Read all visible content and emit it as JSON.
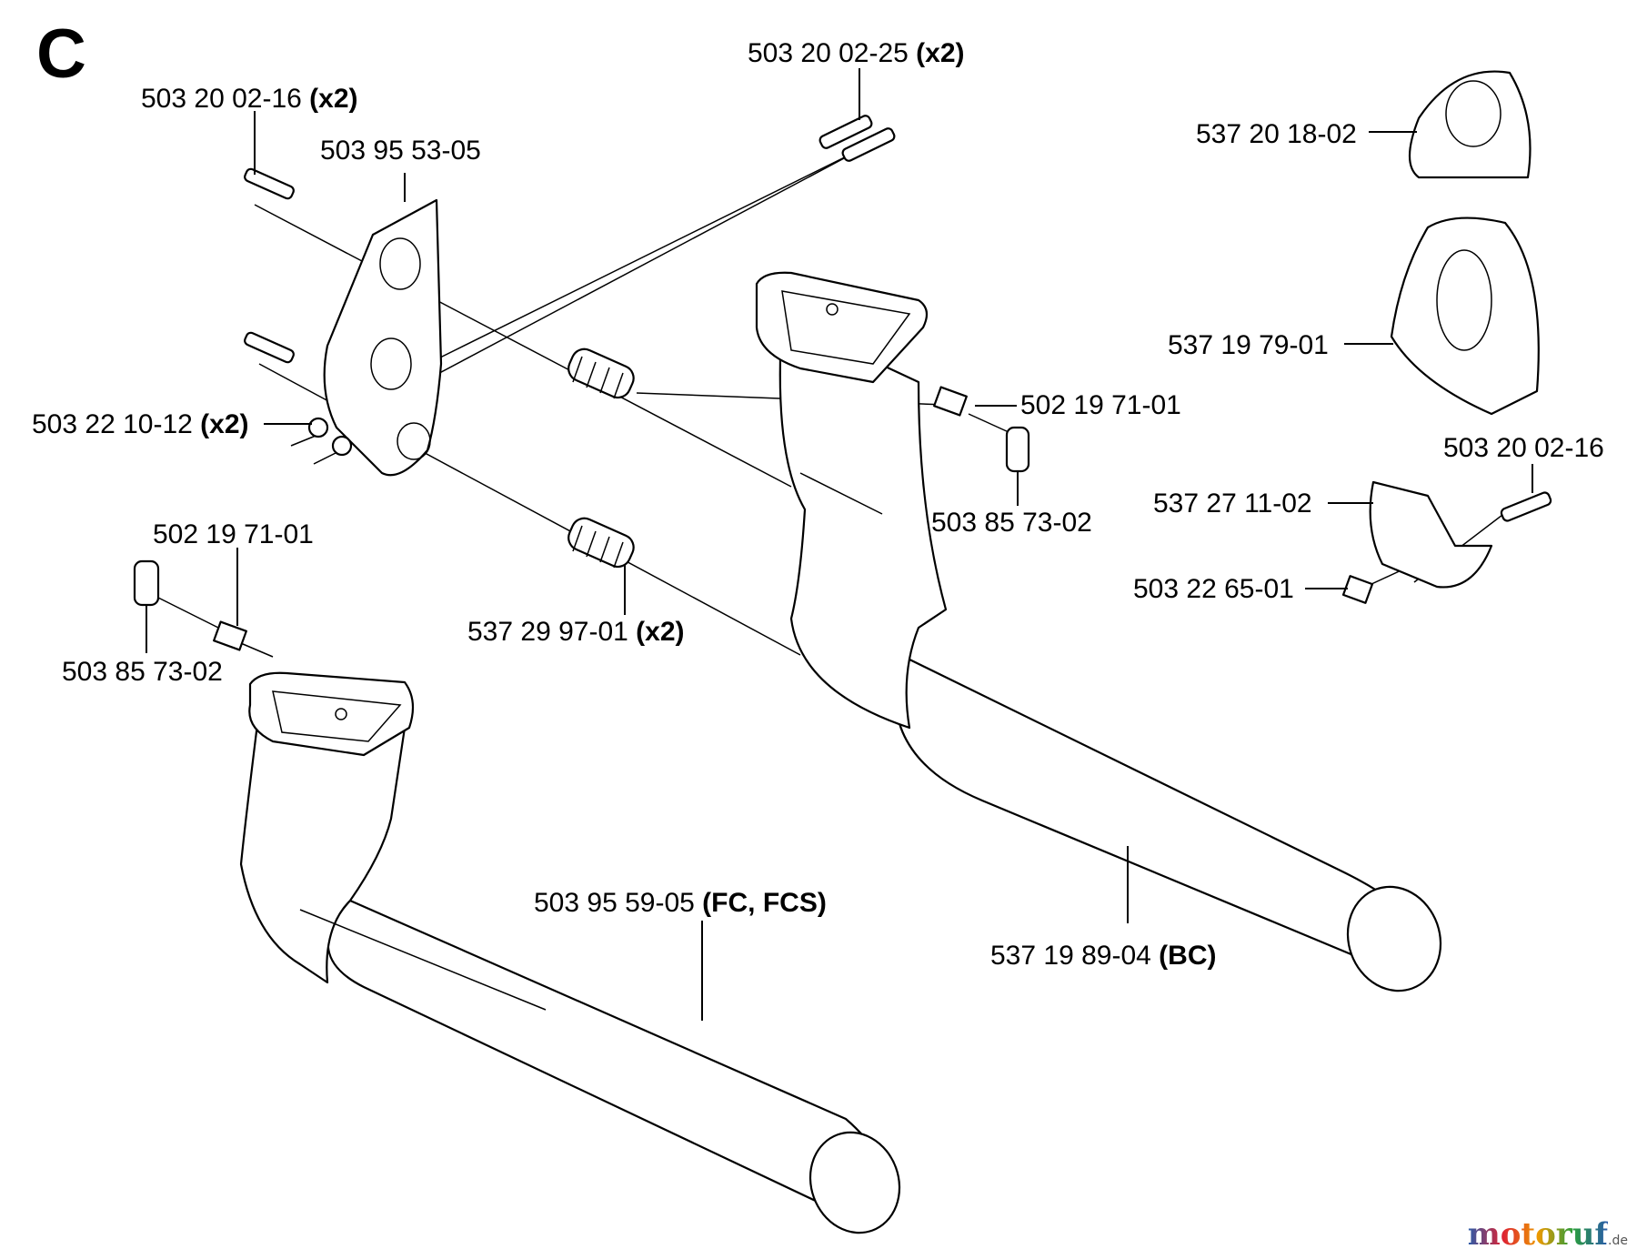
{
  "section_letter": "C",
  "watermark": {
    "text": "motoruf",
    "suffix": ".de"
  },
  "labels": {
    "l1": {
      "part": "503 20 02-25",
      "qty": "(x2)"
    },
    "l2": {
      "part": "503 20 02-16",
      "qty": "(x2)"
    },
    "l3": {
      "part": "503 95 53-05",
      "qty": ""
    },
    "l4": {
      "part": "537 20 18-02",
      "qty": ""
    },
    "l5": {
      "part": "537 19 79-01",
      "qty": ""
    },
    "l6": {
      "part": "502 19 71-01",
      "qty": ""
    },
    "l7": {
      "part": "503 22 10-12",
      "qty": "(x2)"
    },
    "l8": {
      "part": "503 20 02-16",
      "qty": ""
    },
    "l9": {
      "part": "537 27 11-02",
      "qty": ""
    },
    "l10": {
      "part": "503 85 73-02",
      "qty": ""
    },
    "l11": {
      "part": "503 22 65-01",
      "qty": ""
    },
    "l12": {
      "part": "502 19 71-01",
      "qty": ""
    },
    "l13": {
      "part": "537 29 97-01",
      "qty": "(x2)"
    },
    "l14": {
      "part": "503 85 73-02",
      "qty": ""
    },
    "l15": {
      "part": "503 95 59-05",
      "qty": "(FC, FCS)"
    },
    "l16": {
      "part": "537 19 89-04",
      "qty": "(BC)"
    }
  }
}
